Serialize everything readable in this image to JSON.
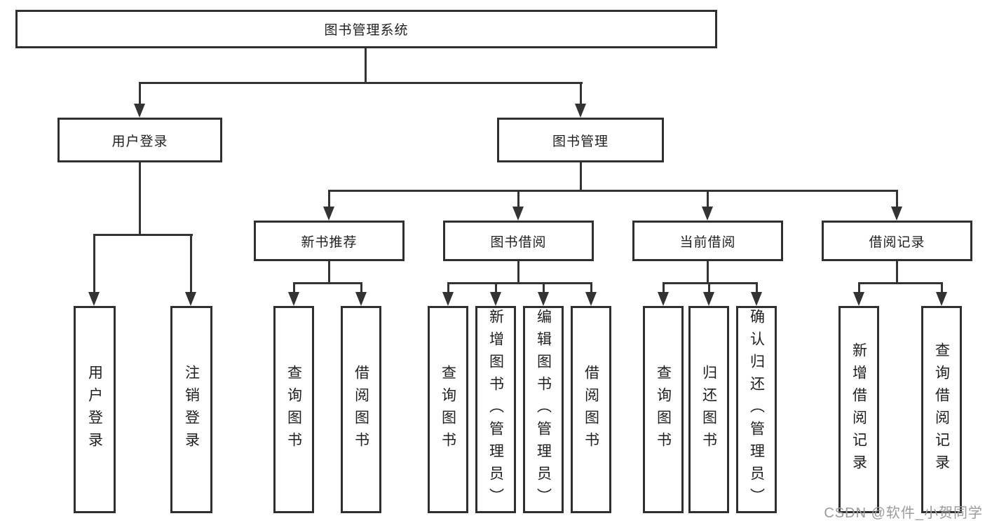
{
  "tree": {
    "label": "图书管理系统",
    "children": [
      {
        "label": "用户登录",
        "children": [
          {
            "label": "用户登录"
          },
          {
            "label": "注销登录"
          }
        ]
      },
      {
        "label": "图书管理",
        "children": [
          {
            "label": "新书推荐",
            "children": [
              {
                "label": "查询图书"
              },
              {
                "label": "借阅图书"
              }
            ]
          },
          {
            "label": "图书借阅",
            "children": [
              {
                "label": "查询图书"
              },
              {
                "label": "新增图书（管理员）"
              },
              {
                "label": "编辑图书（管理员）"
              },
              {
                "label": "借阅图书"
              }
            ]
          },
          {
            "label": "当前借阅",
            "children": [
              {
                "label": "查询图书"
              },
              {
                "label": "归还图书"
              },
              {
                "label": "确认归还（管理员）"
              }
            ]
          },
          {
            "label": "借阅记录",
            "children": [
              {
                "label": "新增借阅记录"
              },
              {
                "label": "查询借阅记录"
              }
            ]
          }
        ]
      }
    ]
  },
  "watermark": {
    "text": "CSDN @软件_小贺同学",
    "color": "#9b9b9b"
  },
  "style": {
    "line_color": "#333333",
    "box_border_color": "#2f2f2f",
    "text_color": "#1f1f1f",
    "background": "#ffffff"
  }
}
